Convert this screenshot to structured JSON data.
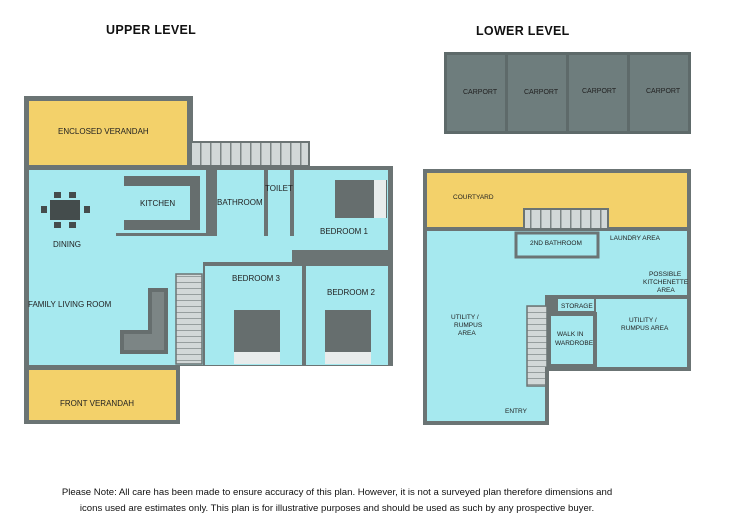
{
  "headings": {
    "upper": "UPPER LEVEL",
    "lower": "LOWER LEVEL"
  },
  "upper_rooms": {
    "enclosed_verandah": "ENCLOSED VERANDAH",
    "kitchen": "KITCHEN",
    "bathroom": "BATHROOM",
    "toilet": "TOILET",
    "bedroom1": "BEDROOM 1",
    "dining": "DINING",
    "bedroom3": "BEDROOM 3",
    "bedroom2": "BEDROOM 2",
    "family_living": "FAMILY LIVING ROOM",
    "front_verandah": "FRONT VERANDAH"
  },
  "lower_rooms": {
    "carports": [
      "CARPORT",
      "CARPORT",
      "CARPORT",
      "CARPORT"
    ],
    "courtyard": "COURTYARD",
    "bathroom2": "2ND BATHROOM",
    "laundry": "LAUNDRY AREA",
    "kitchenette": [
      "POSSIBLE",
      "KITCHENETTE",
      "AREA"
    ],
    "utility_left": [
      "UTILITY /",
      "RUMPUS",
      "AREA"
    ],
    "storage": "STORAGE",
    "utility_right": [
      "UTILITY /",
      "RUMPUS AREA"
    ],
    "walkin": [
      "WALK IN",
      "WARDROBE"
    ],
    "entry": "ENTRY"
  },
  "note": {
    "line1": "Please Note: All care has been made to ensure accuracy of this plan. However, it is not a surveyed plan therefore dimensions and",
    "line2": "icons used are estimates only. This plan is for illustrative purposes and should be used as such by any prospective buyer."
  },
  "colors": {
    "room": "#a6e9ef",
    "verandah": "#f3d16a",
    "wall": "#6b7474",
    "carport": "#6e7d7d",
    "stair": "#cfd6d6",
    "furniture": "#666e6e"
  }
}
